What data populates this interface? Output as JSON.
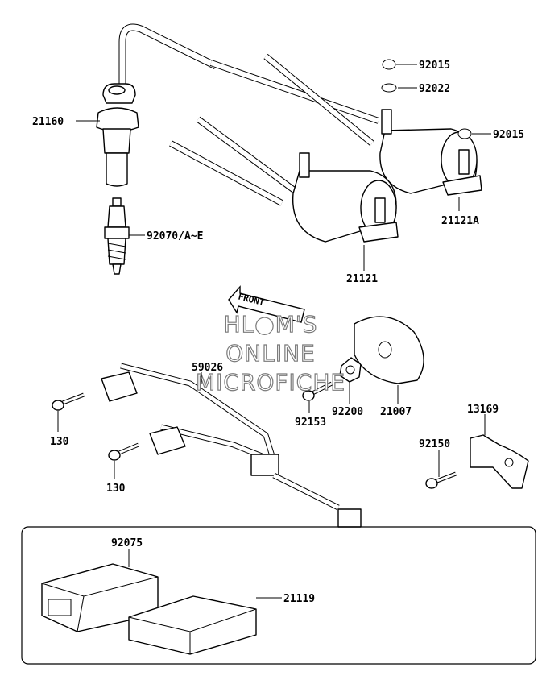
{
  "watermark": {
    "line1": "HL●M'S",
    "line2": "ONLINE",
    "line3": "MICROFICHE"
  },
  "front_marker": "FRONT",
  "parts": {
    "p21160": "21160",
    "p92070": "92070/A~E",
    "p92015a": "92015",
    "p92022": "92022",
    "p92015b": "92015",
    "p21121A": "21121A",
    "p21121": "21121",
    "p59026": "59026",
    "p130a": "130",
    "p130b": "130",
    "p92153": "92153",
    "p92200": "92200",
    "p21007": "21007",
    "p13169": "13169",
    "p92150": "92150",
    "p92075": "92075",
    "p21119": "21119"
  }
}
